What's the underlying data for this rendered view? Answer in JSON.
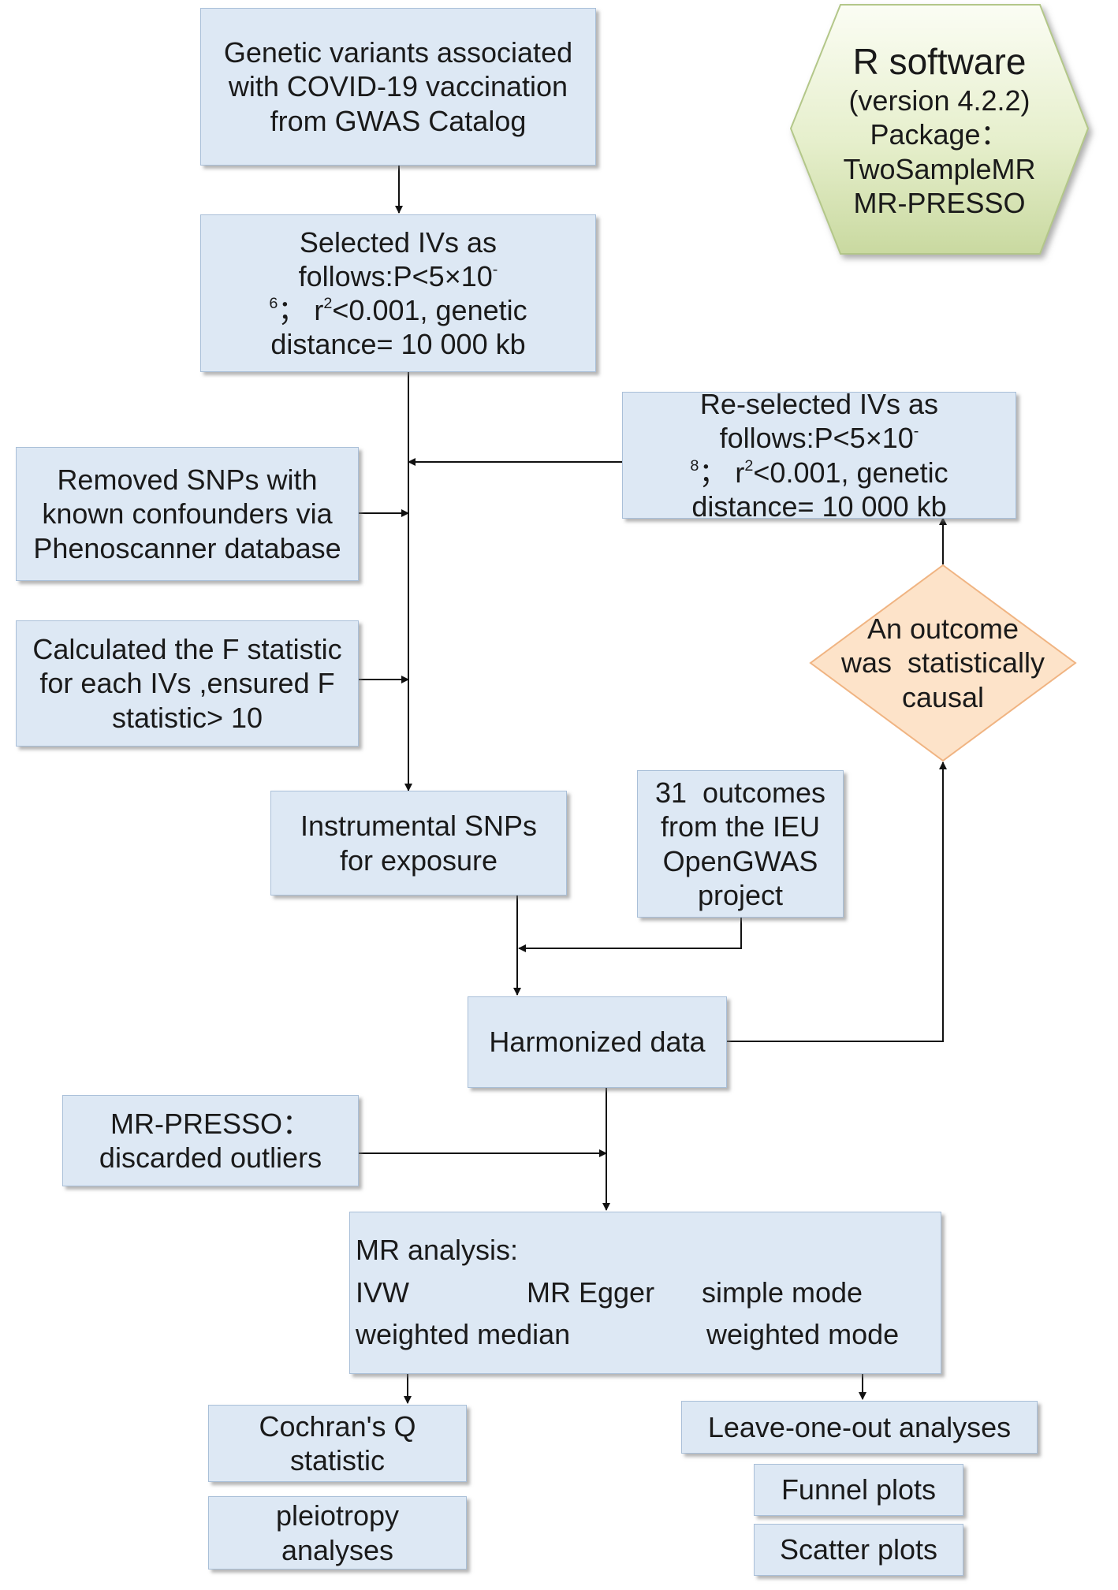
{
  "nodes": {
    "genetic_variants": {
      "lines": [
        "Genetic variants associated",
        "with COVID-19 vaccination",
        "from GWAS Catalog"
      ]
    },
    "selected_ivs": {
      "line1": "Selected IVs as",
      "line2": "follows:P<5×10",
      "line2_sup": "-",
      "line3_sup": "6",
      "line3_a": "；  r",
      "line3_r_sup": "2",
      "line3_b": "<0.001, genetic",
      "line4": "distance= 10 000 kb"
    },
    "r_software": {
      "title": "R software",
      "version": "(version 4.2.2)",
      "package_label": "Package：",
      "packages": [
        "TwoSampleMR",
        "MR-PRESSO"
      ]
    },
    "reselected_ivs": {
      "line1": "Re-selected IVs as",
      "line2": "follows:P<5×10",
      "line2_sup": "-",
      "line3_sup": "8",
      "line3_a": "；  r",
      "line3_r_sup": "2",
      "line3_b": "<0.001, genetic",
      "line4": "distance= 10 000 kb"
    },
    "removed_snps": {
      "lines": [
        "Removed SNPs with",
        "known confounders via",
        "Phenoscanner database"
      ]
    },
    "f_statistic": {
      "lines": [
        "Calculated the F statistic",
        "for each IVs ,ensured F",
        "statistic> 10"
      ]
    },
    "decision": {
      "lines": [
        "An outcome",
        "was  statistically",
        "causal"
      ]
    },
    "instrumental_snps": {
      "lines": [
        "Instrumental SNPs",
        "for exposure"
      ]
    },
    "outcomes": {
      "lines": [
        "31  outcomes",
        "from the IEU",
        "OpenGWAS",
        "project"
      ]
    },
    "harmonized": {
      "label": "Harmonized data"
    },
    "mr_presso": {
      "lines": [
        "MR-PRESSO：",
        "discarded outliers"
      ]
    },
    "mr_analysis": {
      "heading": "MR analysis:",
      "methods": [
        "IVW",
        "MR Egger",
        "simple mode",
        "weighted median",
        "weighted mode"
      ]
    },
    "cochrans_q": {
      "lines": [
        "Cochran's Q",
        "statistic"
      ]
    },
    "pleiotropy": {
      "lines": [
        "pleiotropy",
        "analyses"
      ]
    },
    "leave_one_out": {
      "label": "Leave-one-out analyses"
    },
    "funnel_plots": {
      "label": "Funnel plots"
    },
    "scatter_plots": {
      "label": "Scatter plots"
    }
  },
  "colors": {
    "box_fill": "#dde8f4",
    "box_border": "#a9bfd8",
    "hexagon_fill": "#e6efcc",
    "diamond_fill": "#fde3c9",
    "diamond_border": "#f0b482",
    "arrow": "#111111"
  }
}
